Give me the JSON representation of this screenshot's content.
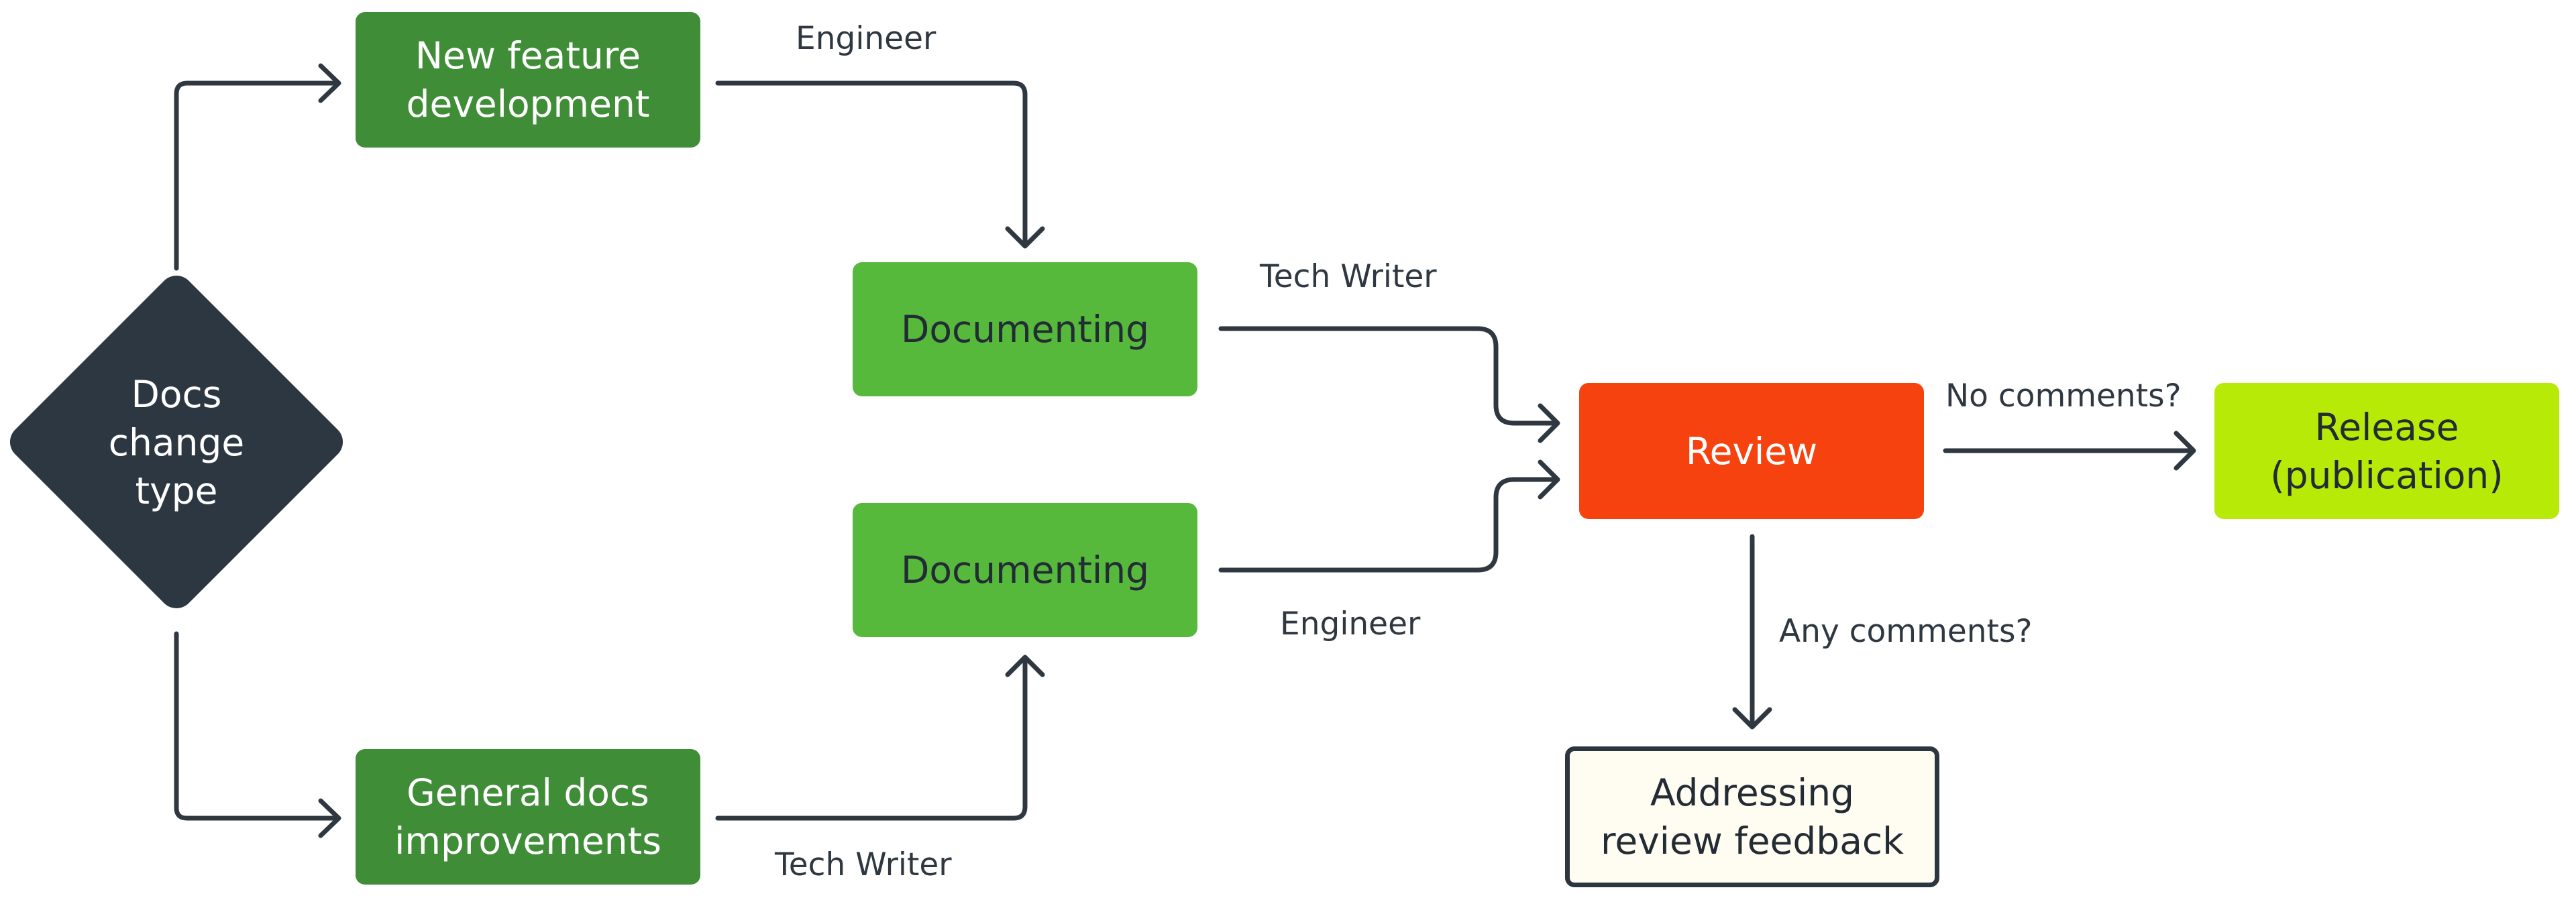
{
  "diagram": {
    "decision": {
      "label": "Docs\nchange\ntype"
    },
    "nodes": {
      "new_feature": "New feature\ndevelopment",
      "general_docs": "General docs\nimprovements",
      "documenting_top": "Documenting",
      "documenting_bottom": "Documenting",
      "review": "Review",
      "release": "Release\n(publication)",
      "feedback": "Addressing\nreview feedback"
    },
    "edge_labels": {
      "engineer_top": "Engineer",
      "tech_writer_bottom": "Tech Writer",
      "tech_writer_mid": "Tech Writer",
      "engineer_mid": "Engineer",
      "no_comments": "No comments?",
      "any_comments": "Any comments?"
    },
    "colors": {
      "dark_green": "#3f8d37",
      "light_green": "#56b93b",
      "review": "#f5420f",
      "release": "#b8ea08",
      "feedback": "#fffdf2",
      "decision": "#2d3741",
      "stroke": "#2f3740"
    }
  }
}
